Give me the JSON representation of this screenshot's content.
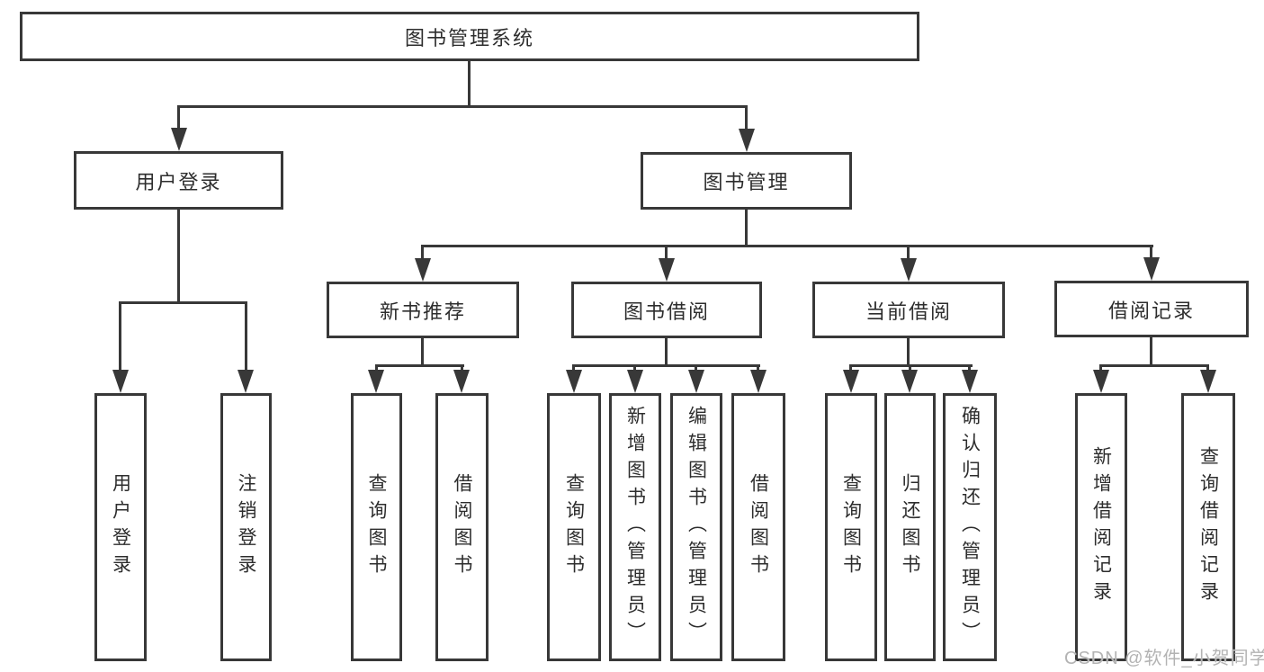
{
  "nodes": {
    "root": {
      "label": "图书管理系统"
    },
    "user_login": {
      "label": "用户登录"
    },
    "book_mgmt": {
      "label": "图书管理"
    },
    "new_books": {
      "label": "新书推荐"
    },
    "book_borrow": {
      "label": "图书借阅"
    },
    "current_borrow": {
      "label": "当前借阅"
    },
    "borrow_records": {
      "label": "借阅记录"
    },
    "leaf_user_login": {
      "label": "用户登录"
    },
    "leaf_logout": {
      "label": "注销登录"
    },
    "leaf_nb_query": {
      "label": "查询图书"
    },
    "leaf_nb_borrow": {
      "label": "借阅图书"
    },
    "leaf_bb_query": {
      "label": "查询图书"
    },
    "leaf_bb_add": {
      "label": "新增图书（管理员）"
    },
    "leaf_bb_edit": {
      "label": "编辑图书（管理员）"
    },
    "leaf_bb_borrow": {
      "label": "借阅图书"
    },
    "leaf_cb_query": {
      "label": "查询图书"
    },
    "leaf_cb_return": {
      "label": "归还图书"
    },
    "leaf_cb_confirm": {
      "label": "确认归还（管理员）"
    },
    "leaf_br_add": {
      "label": "新增借阅记录"
    },
    "leaf_br_query": {
      "label": "查询借阅记录"
    }
  },
  "hierarchy": {
    "图书管理系统": {
      "用户登录": [
        "用户登录",
        "注销登录"
      ],
      "图书管理": {
        "新书推荐": [
          "查询图书",
          "借阅图书"
        ],
        "图书借阅": [
          "查询图书",
          "新增图书（管理员）",
          "编辑图书（管理员）",
          "借阅图书"
        ],
        "当前借阅": [
          "查询图书",
          "归还图书",
          "确认归还（管理员）"
        ],
        "借阅记录": [
          "新增借阅记录",
          "查询借阅记录"
        ]
      }
    }
  },
  "watermark": "CSDN @软件_小贺同学",
  "colors": {
    "line": "#383838",
    "box_background": "#ffffff",
    "text": "#2d2d2d",
    "watermark": "#b3b3b3"
  }
}
